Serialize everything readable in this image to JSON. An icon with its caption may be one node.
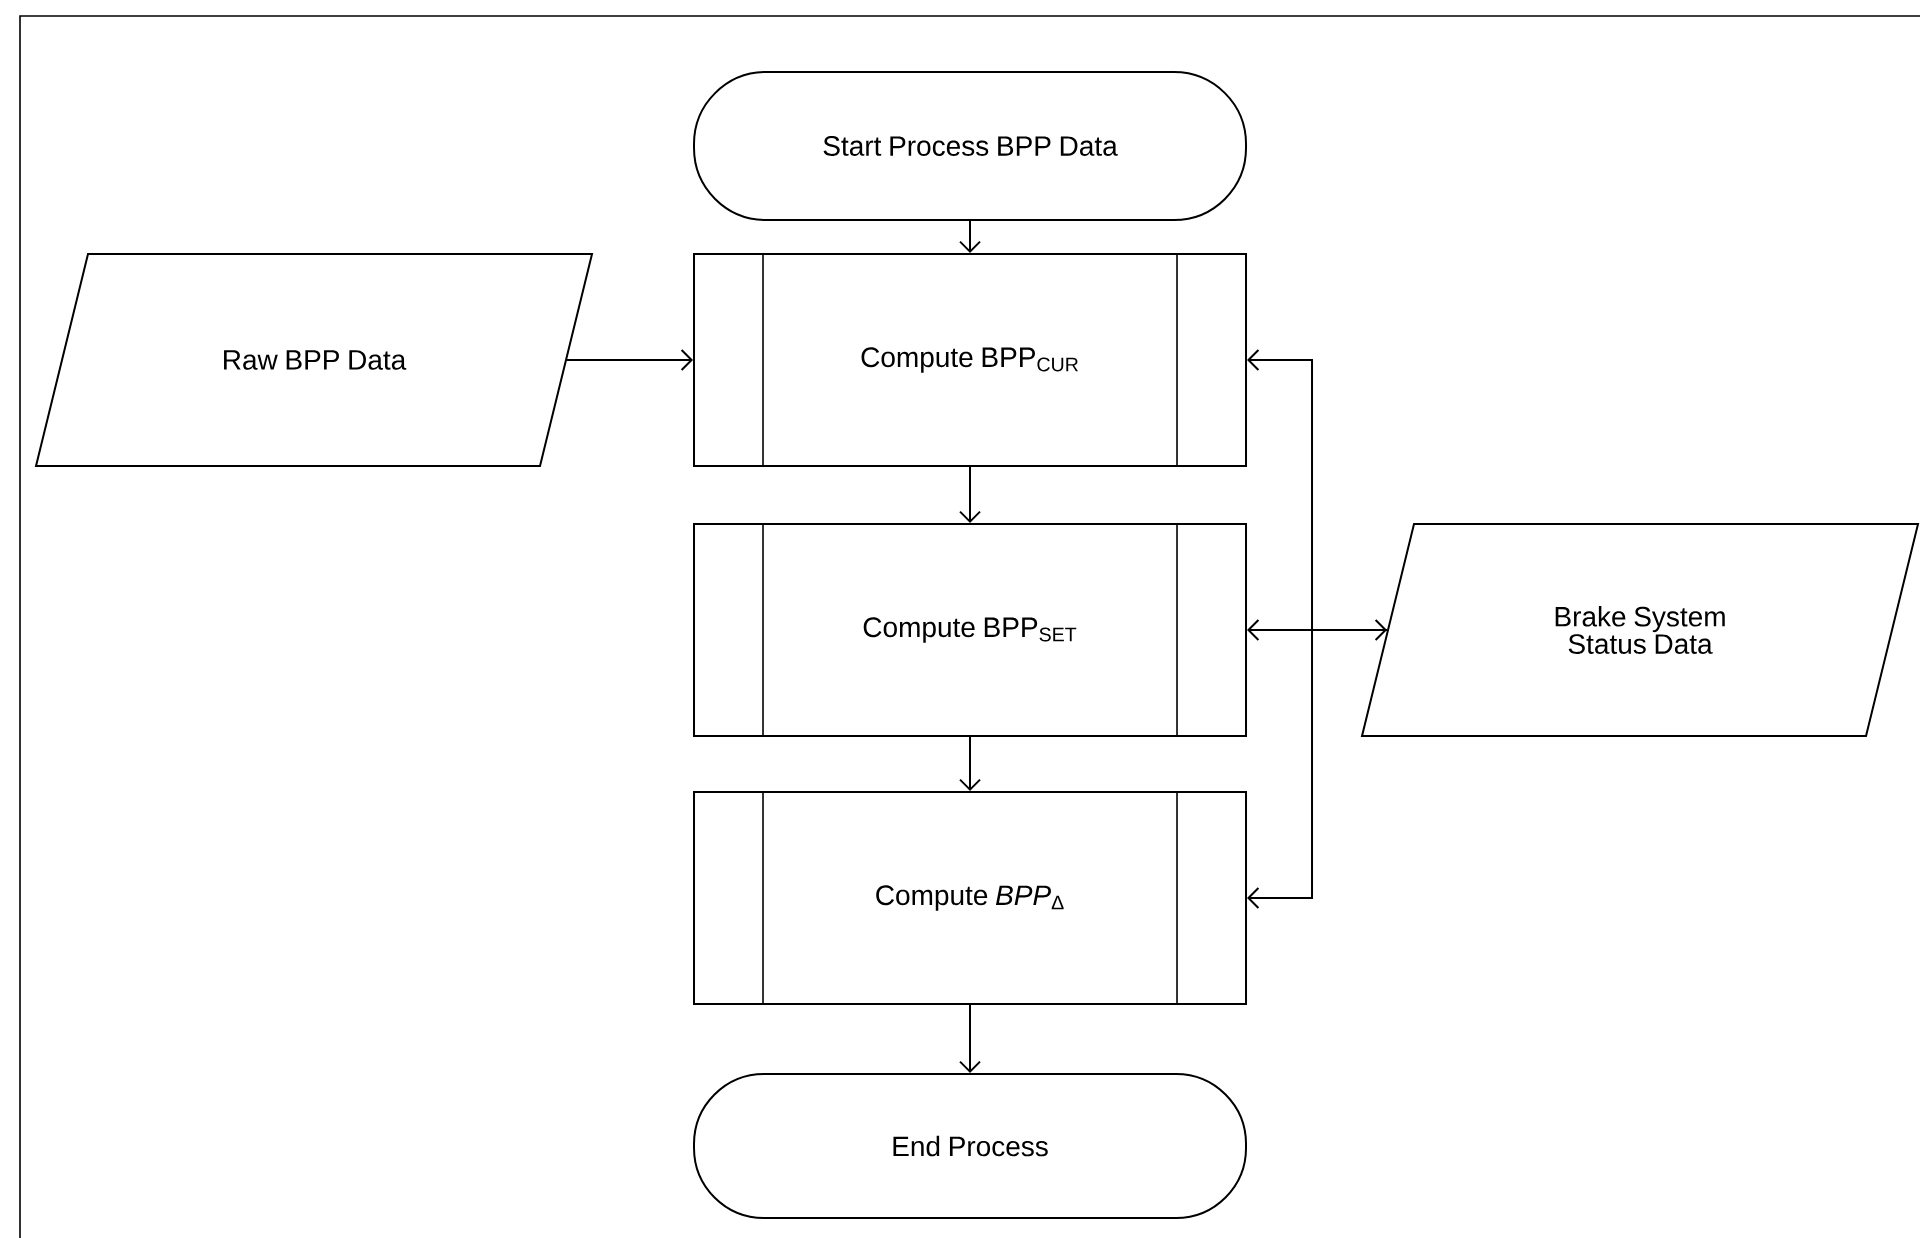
{
  "diagram": {
    "nodes": [
      {
        "text": [
          "Start Process BPP Data"
        ]
      },
      {
        "text": [
          "Raw BPP Data"
        ]
      },
      {
        "text": [
          "Compute BPP$_{CUR}$"
        ]
      },
      {
        "text": [
          "Compute BPP$_{SET}$"
        ]
      },
      {
        "text": [
          "Compute *BPP*$_{Δ}$"
        ]
      },
      {
        "text": [
          "Brake System Status Data"
        ]
      },
      {
        "text": [
          "End Process"
        ]
      }
    ],
    "edges": [
      {
        "from": 0,
        "to": 2,
        "arrow": "to"
      },
      {
        "from": 1,
        "to": 2,
        "arrow": "to"
      },
      {
        "from": 2,
        "to": 3,
        "arrow": "to"
      },
      {
        "from": 3,
        "to": 4,
        "arrow": "to"
      },
      {
        "from": 4,
        "to": 6,
        "arrow": "to"
      },
      {
        "from": 5,
        "to": 3,
        "arrow": "both"
      },
      {
        "from": 5,
        "to": 2,
        "arrow": "to"
      },
      {
        "from": 5,
        "to": 4,
        "arrow": "to"
      }
    ]
  }
}
